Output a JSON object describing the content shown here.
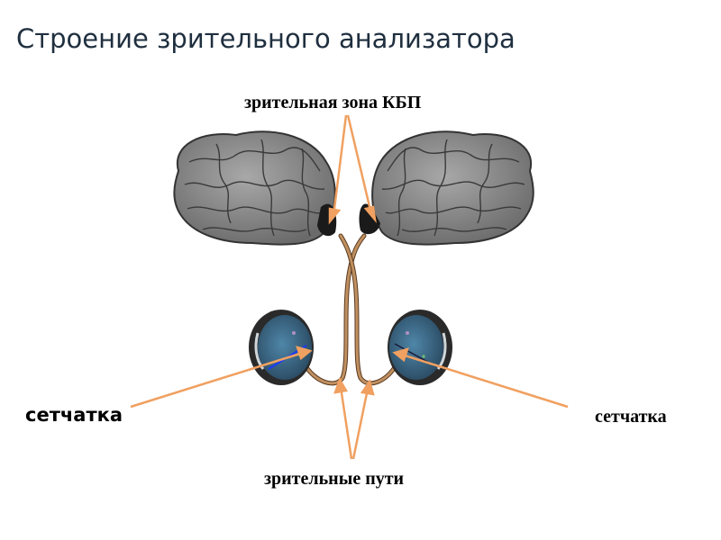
{
  "title": "Строение зрительного анализатора",
  "labels": {
    "cortex": "зрительная зона КБП",
    "retina_left": "сетчатка",
    "retina_right": "сетчатка",
    "paths": "зрительные пути"
  },
  "colors": {
    "arrow": "#f0a060",
    "nerve": "#b08050",
    "brain": "#8a8a8a",
    "eye": "#3d6d8d"
  }
}
